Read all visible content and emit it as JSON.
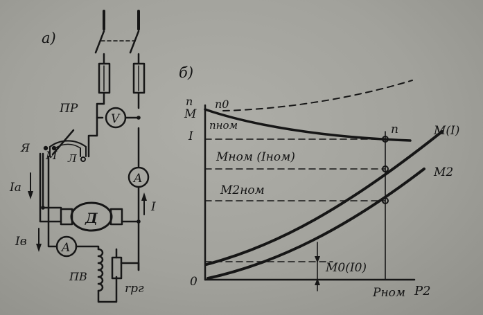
{
  "panel_a": {
    "label": "а)",
    "switch_label": "ПР",
    "terminal_ya": "Я",
    "terminal_m": "М",
    "terminal_l": "Л",
    "voltmeter": "V",
    "ammeter_line": "A",
    "ammeter_field": "A",
    "motor": "Д",
    "current_line": "I",
    "current_armature": "Iа",
    "current_field": "Iв",
    "field_winding": "ПВ",
    "regulator": "rрг"
  },
  "panel_b": {
    "label": "б)",
    "y_axis_n": "n",
    "y_axis_m": "M",
    "y_axis_i": "I",
    "origin": "0",
    "n0": "n0",
    "n_nom": "nном",
    "m_nom": "Mном (Iном)",
    "m2_nom": "M2ном",
    "m0": "M0(I0)",
    "curve_n": "n",
    "curve_m": "M(I)",
    "curve_m2": "M2",
    "x_nom": "Pном",
    "x_axis": "P2"
  }
}
